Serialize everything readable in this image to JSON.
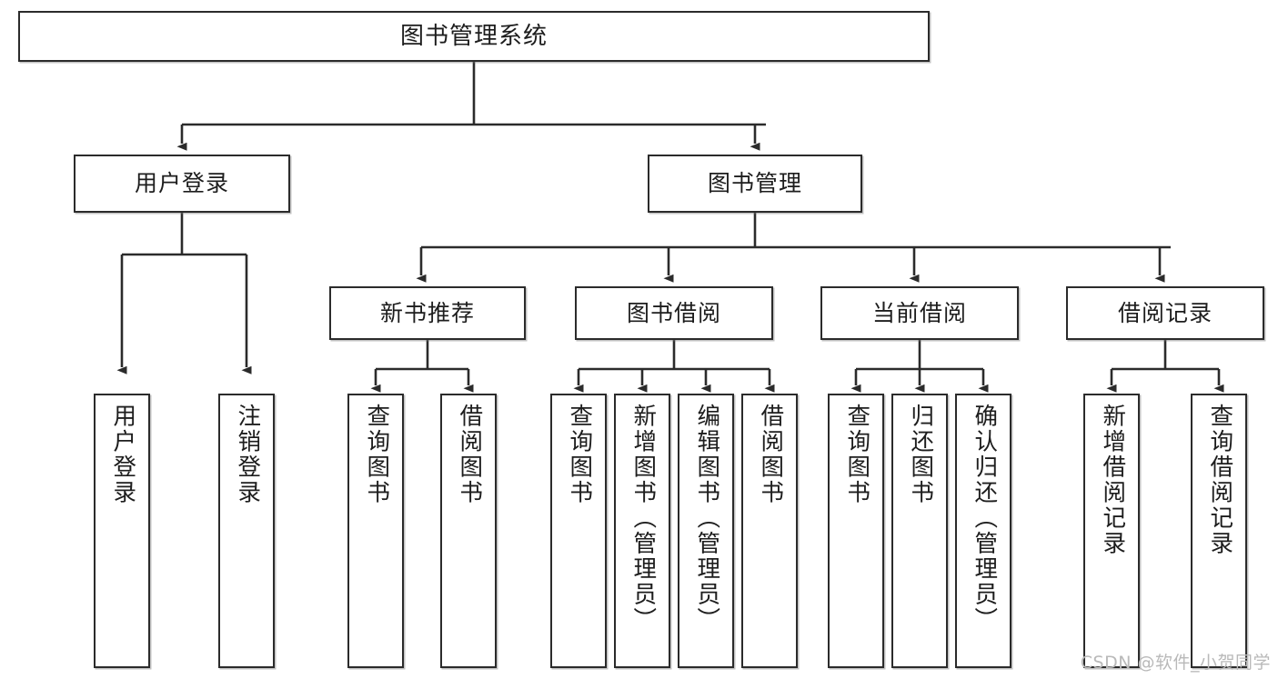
{
  "diagram": {
    "title": "图书管理系统",
    "type": "tree",
    "watermark": "CSDN @软件_小贺同学",
    "colors": {
      "stroke": "#2b2b2b",
      "fill": "#ffffff",
      "text": "#1d1d1d",
      "watermark": "#b9b9b9"
    },
    "nodes": {
      "root": {
        "label": "图书管理系统"
      },
      "level2": [
        {
          "id": "user-login",
          "label": "用户登录"
        },
        {
          "id": "book-manage",
          "label": "图书管理"
        }
      ],
      "level3": [
        {
          "id": "new-book-rec",
          "label": "新书推荐"
        },
        {
          "id": "book-borrow",
          "label": "图书借阅"
        },
        {
          "id": "current-borrow",
          "label": "当前借阅"
        },
        {
          "id": "borrow-record",
          "label": "借阅记录"
        }
      ],
      "leaves": {
        "user_login": [
          {
            "id": "leaf-user-login",
            "label": "用户登录"
          },
          {
            "id": "leaf-logout",
            "label": "注销登录"
          }
        ],
        "new_book_rec": [
          {
            "id": "leaf-query-book-1",
            "label": "查询图书"
          },
          {
            "id": "leaf-borrow-book-1",
            "label": "借阅图书"
          }
        ],
        "book_borrow": [
          {
            "id": "leaf-query-book-2",
            "label": "查询图书"
          },
          {
            "id": "leaf-add-book",
            "label": "新增图书（管理员）"
          },
          {
            "id": "leaf-edit-book",
            "label": "编辑图书（管理员）"
          },
          {
            "id": "leaf-borrow-book-2",
            "label": "借阅图书"
          }
        ],
        "current_borrow": [
          {
            "id": "leaf-query-book-3",
            "label": "查询图书"
          },
          {
            "id": "leaf-return-book",
            "label": "归还图书"
          },
          {
            "id": "leaf-confirm-return",
            "label": "确认归还（管理员）"
          }
        ],
        "borrow_record": [
          {
            "id": "leaf-add-record",
            "label": "新增借阅记录"
          },
          {
            "id": "leaf-query-record",
            "label": "查询借阅记录"
          }
        ]
      }
    }
  }
}
